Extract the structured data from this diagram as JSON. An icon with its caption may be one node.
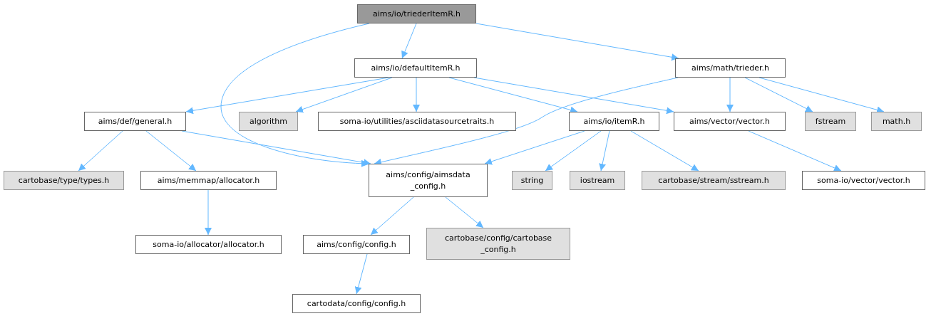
{
  "diagram": {
    "nodes": [
      {
        "text": [
          "aims/io/triederItemR.h"
        ]
      },
      {
        "text": [
          "aims/io/defaultItemR.h"
        ]
      },
      {
        "text": [
          "aims/math/trieder.h"
        ]
      },
      {
        "text": [
          "aims/def/general.h"
        ]
      },
      {
        "text": [
          "algorithm"
        ]
      },
      {
        "text": [
          "soma-io/utilities/asciidatasourcetraits.h"
        ]
      },
      {
        "text": [
          "aims/io/itemR.h"
        ]
      },
      {
        "text": [
          "aims/vector/vector.h"
        ]
      },
      {
        "text": [
          "fstream"
        ]
      },
      {
        "text": [
          "math.h"
        ]
      },
      {
        "text": [
          "cartobase/type/types.h"
        ]
      },
      {
        "text": [
          "aims/memmap/allocator.h"
        ]
      },
      {
        "text": [
          "aims/config/aimsdata _config.h"
        ]
      },
      {
        "text": [
          "string"
        ]
      },
      {
        "text": [
          "iostream"
        ]
      },
      {
        "text": [
          "cartobase/stream/sstream.h"
        ]
      },
      {
        "text": [
          "soma-io/vector/vector.h"
        ]
      },
      {
        "text": [
          "soma-io/allocator/allocator.h"
        ]
      },
      {
        "text": [
          "aims/config/config.h"
        ]
      },
      {
        "text": [
          "cartobase/config/cartobase _config.h"
        ]
      },
      {
        "text": [
          "cartodata/config/config.h"
        ]
      }
    ],
    "edges": [
      {
        "from": 0,
        "to": 1,
        "arrow": "to"
      },
      {
        "from": 0,
        "to": 2,
        "arrow": "to"
      },
      {
        "from": 0,
        "to": 12,
        "arrow": "to"
      },
      {
        "from": 1,
        "to": 3,
        "arrow": "to"
      },
      {
        "from": 1,
        "to": 4,
        "arrow": "to"
      },
      {
        "from": 1,
        "to": 5,
        "arrow": "to"
      },
      {
        "from": 1,
        "to": 6,
        "arrow": "to"
      },
      {
        "from": 1,
        "to": 7,
        "arrow": "to"
      },
      {
        "from": 2,
        "to": 12,
        "arrow": "to"
      },
      {
        "from": 2,
        "to": 7,
        "arrow": "to"
      },
      {
        "from": 2,
        "to": 8,
        "arrow": "to"
      },
      {
        "from": 2,
        "to": 9,
        "arrow": "to"
      },
      {
        "from": 3,
        "to": 10,
        "arrow": "to"
      },
      {
        "from": 3,
        "to": 11,
        "arrow": "to"
      },
      {
        "from": 3,
        "to": 12,
        "arrow": "to"
      },
      {
        "from": 6,
        "to": 12,
        "arrow": "to"
      },
      {
        "from": 6,
        "to": 13,
        "arrow": "to"
      },
      {
        "from": 6,
        "to": 14,
        "arrow": "to"
      },
      {
        "from": 6,
        "to": 15,
        "arrow": "to"
      },
      {
        "from": 7,
        "to": 16,
        "arrow": "to"
      },
      {
        "from": 11,
        "to": 17,
        "arrow": "to"
      },
      {
        "from": 12,
        "to": 18,
        "arrow": "to"
      },
      {
        "from": 12,
        "to": 19,
        "arrow": "to"
      },
      {
        "from": 18,
        "to": 20,
        "arrow": "to"
      }
    ]
  }
}
